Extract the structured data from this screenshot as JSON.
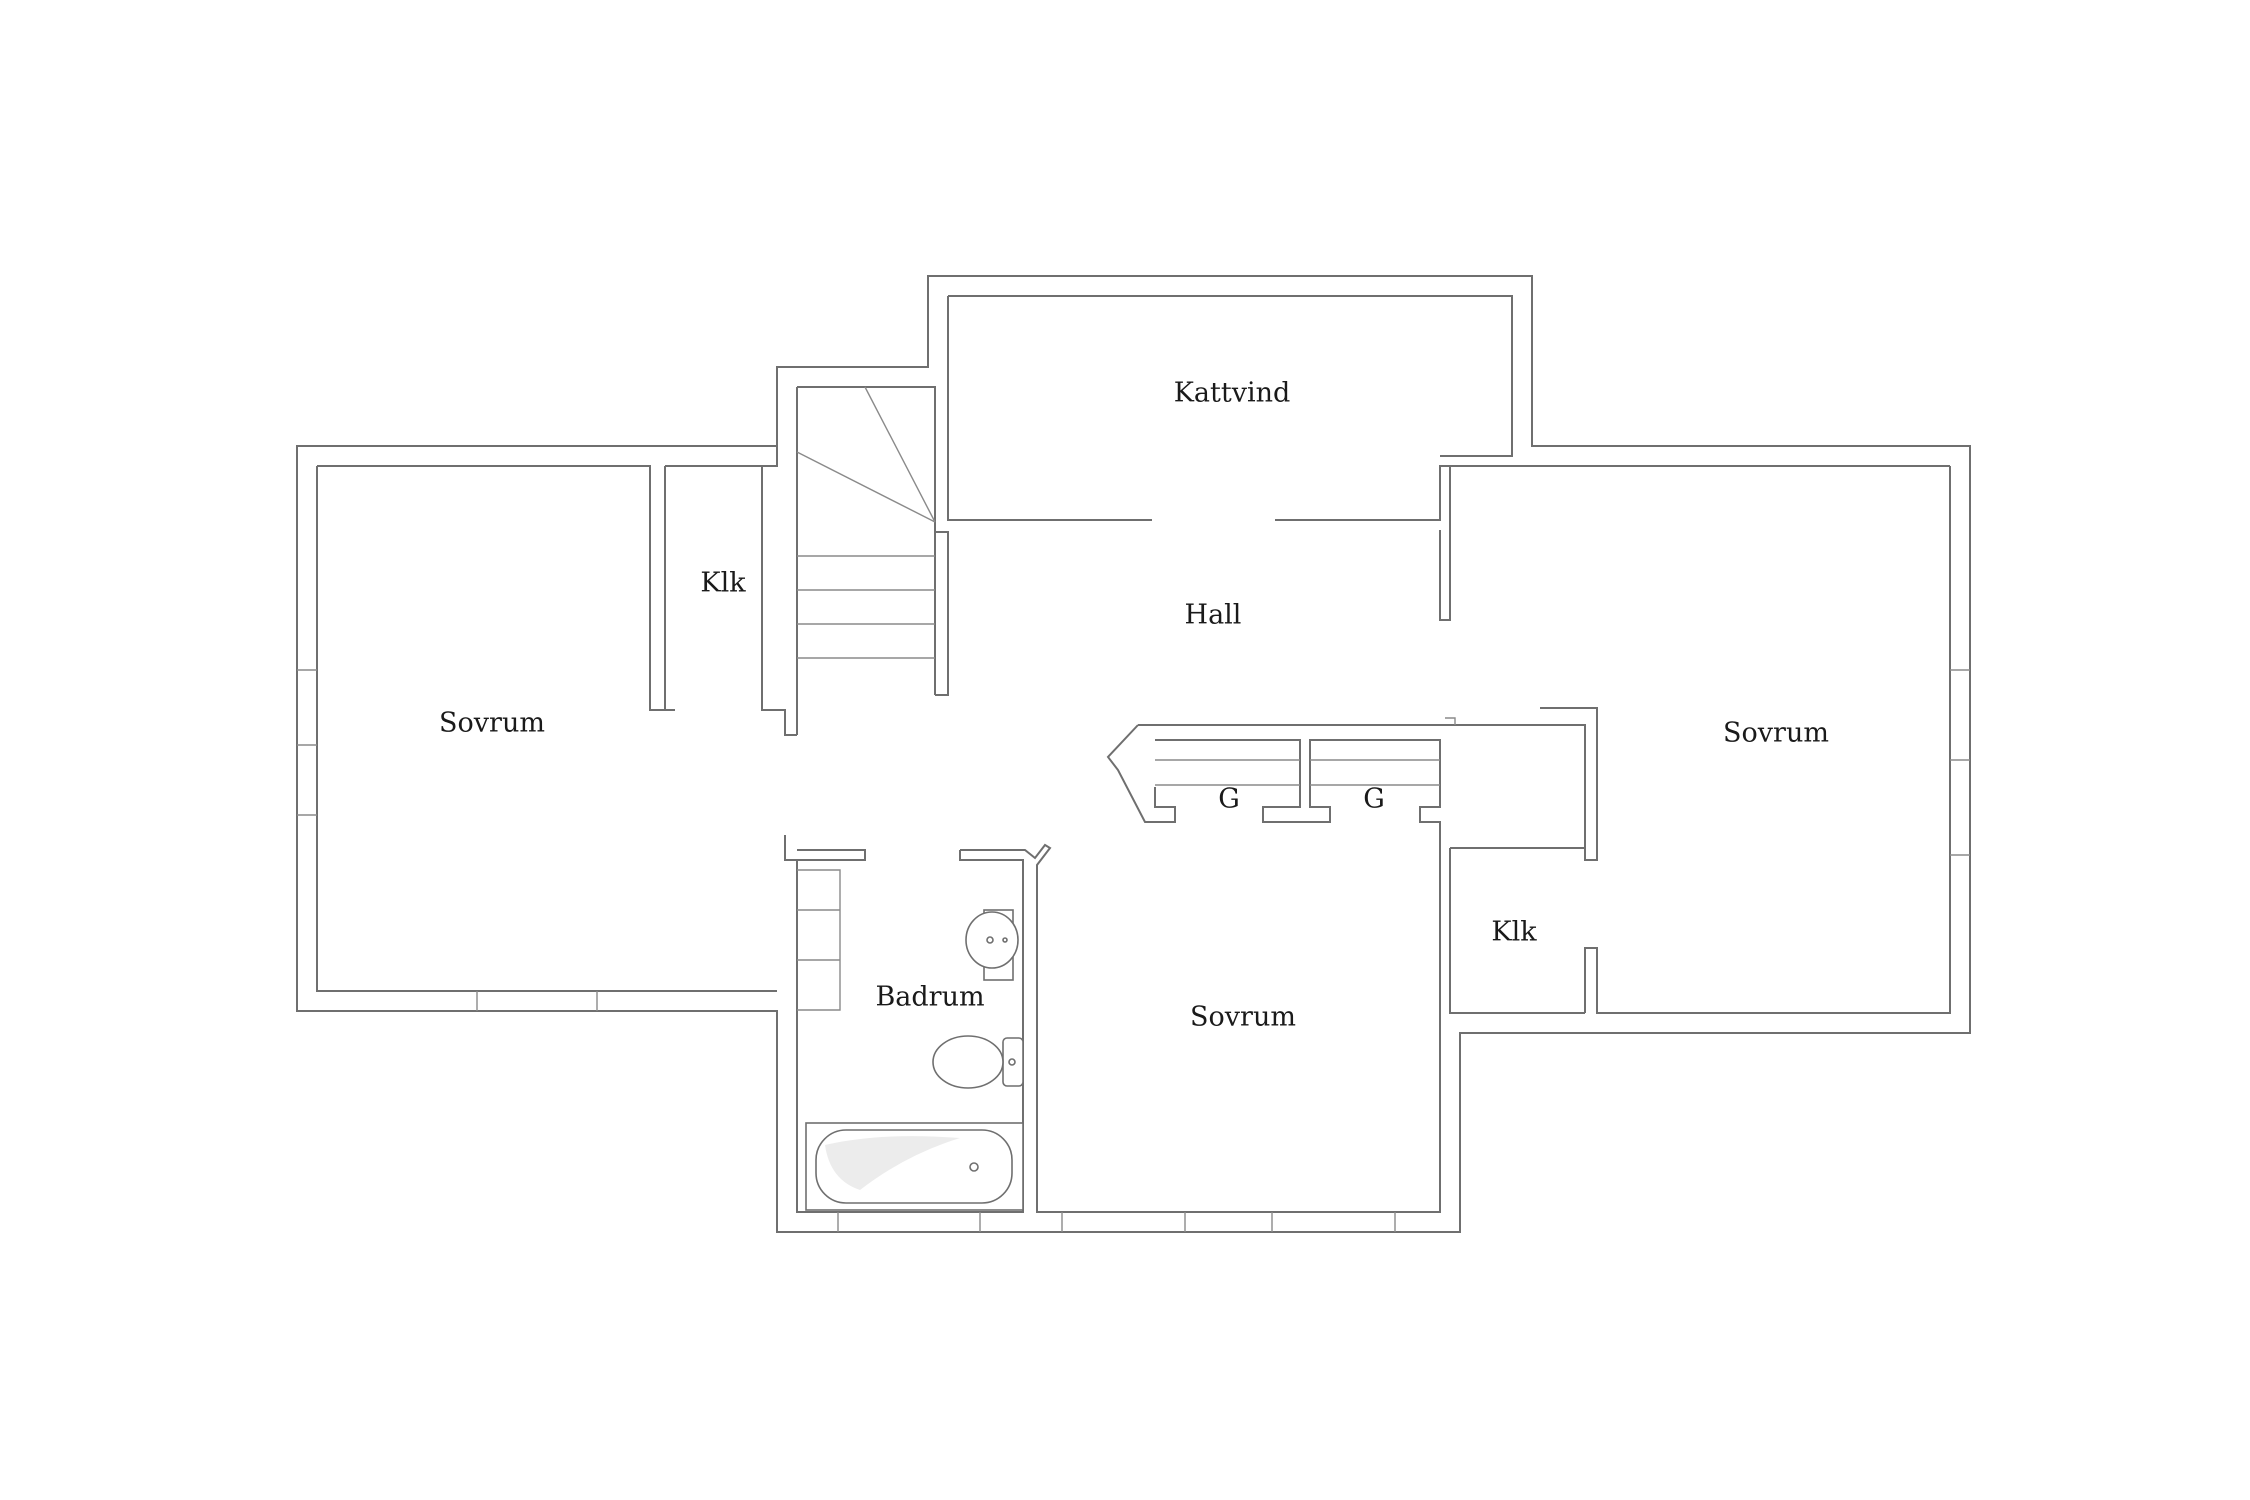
{
  "rooms": {
    "kattvind": "Kattvind",
    "hall": "Hall",
    "klk_left": "Klk",
    "klk_right": "Klk",
    "sovrum_left": "Sovrum",
    "sovrum_right": "Sovrum",
    "sovrum_bottom": "Sovrum",
    "badrum": "Badrum",
    "g_left": "G",
    "g_right": "G"
  }
}
